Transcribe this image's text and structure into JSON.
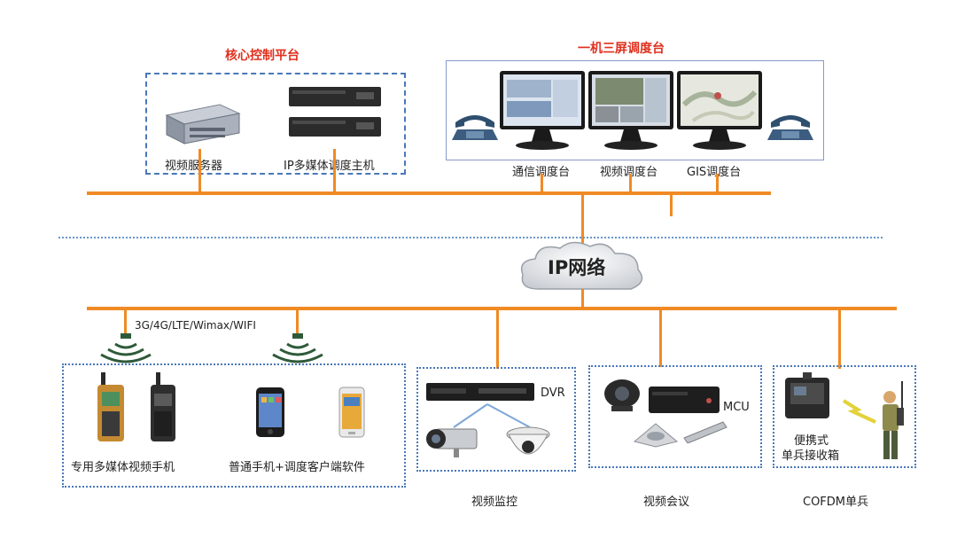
{
  "core_platform": {
    "title": "核心控制平台",
    "video_server": "视频服务器",
    "ip_host": "IP多媒体调度主机"
  },
  "console": {
    "title": "一机三屏调度台",
    "screens": [
      "通信调度台",
      "视频调度台",
      "GIS调度台"
    ]
  },
  "network": {
    "cloud_label": "IP网络"
  },
  "wireless": {
    "label": "3G/4G/LTE/Wimax/WIFI"
  },
  "terminals": {
    "multimedia_phone": "专用多媒体视频手机",
    "normal_phone": "普通手机+调度客户端软件"
  },
  "surveillance": {
    "dvr": "DVR",
    "caption": "视频监控"
  },
  "conference": {
    "mcu": "MCU",
    "caption": "视频会议"
  },
  "cofdm": {
    "box_label_line1": "便携式",
    "box_label_line2": "单兵接收箱",
    "caption": "COFDM单兵"
  },
  "colors": {
    "bus": "#f08a24",
    "title": "#e0301e",
    "box_border": "#4a78b8"
  }
}
